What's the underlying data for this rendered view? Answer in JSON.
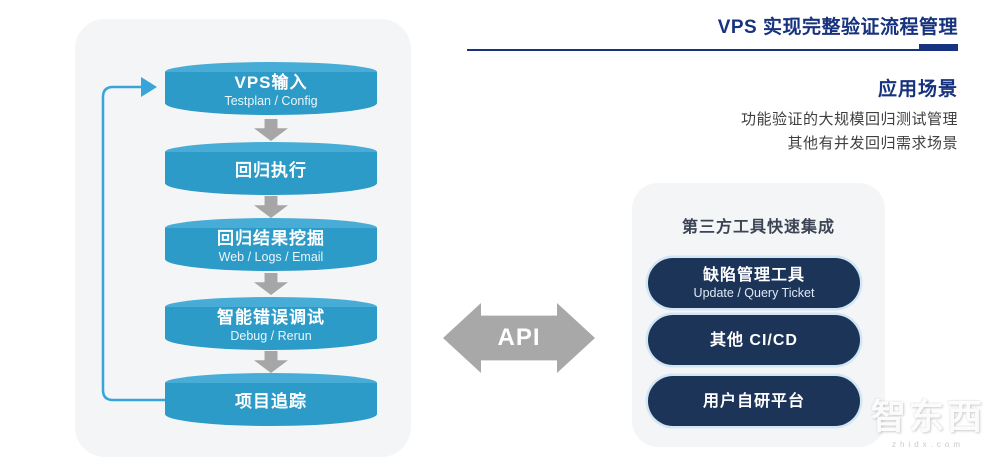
{
  "header": {
    "title": "VPS 实现完整验证流程管理"
  },
  "application_scenarios": {
    "heading": "应用场景",
    "lines": [
      "功能验证的大规模回归测试管理",
      "其他有并发回归需求场景"
    ]
  },
  "flow": {
    "steps": [
      {
        "label": "VPS输入",
        "sublabel": "Testplan / Config"
      },
      {
        "label": "回归执行"
      },
      {
        "label": "回归结果挖掘",
        "sublabel": "Web / Logs / Email"
      },
      {
        "label": "智能错误调试",
        "sublabel": "Debug / Rerun"
      },
      {
        "label": "项目追踪"
      }
    ]
  },
  "api_connector": {
    "label": "API"
  },
  "integrations": {
    "title": "第三方工具快速集成",
    "tools": [
      {
        "label": "缺陷管理工具",
        "sublabel": "Update / Query Ticket"
      },
      {
        "label": "其他 CI/CD"
      },
      {
        "label": "用户自研平台"
      }
    ]
  },
  "watermark": {
    "text": "智东西",
    "subtext": "zhidx.com"
  },
  "colors": {
    "accent_navy": "#17327E",
    "cylinder_blue": "#2D9BC7",
    "cylinder_top_blue": "#47ACD6",
    "loop_blue": "#38A5DA",
    "pill_navy": "#1D3459",
    "arrow_gray": "#A8A8A8",
    "card_bg": "#F4F5F7"
  }
}
